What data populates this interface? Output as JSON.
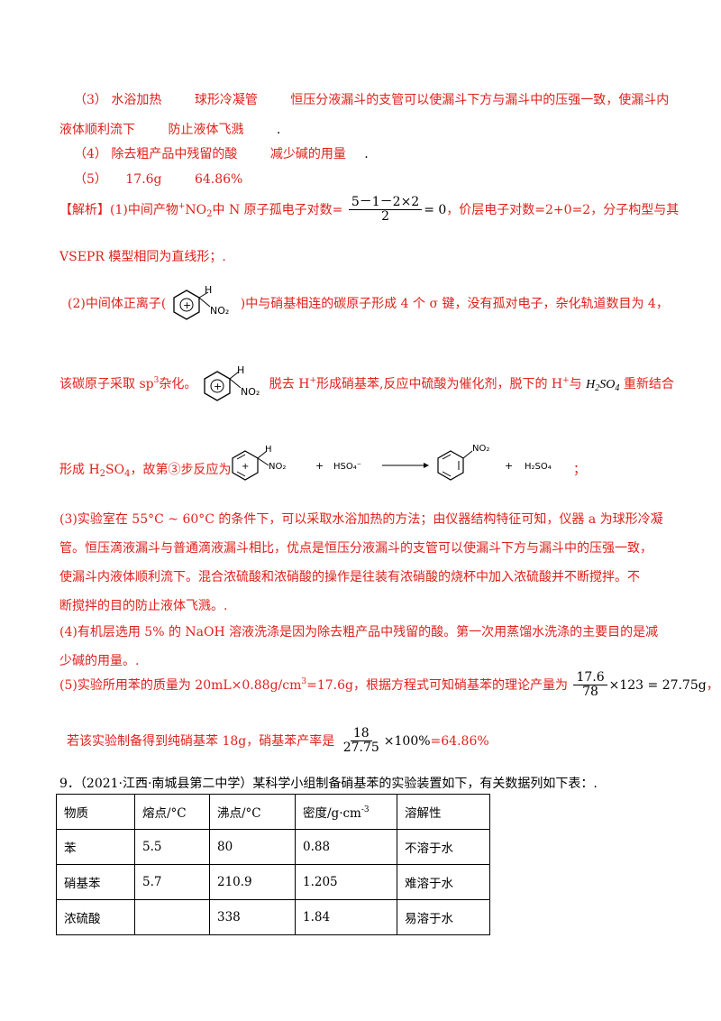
{
  "answers": {
    "a3": {
      "num": "（3）",
      "p1": "水浴加热",
      "p2": "球形冷凝管",
      "p3a": "恒压分液漏斗的支管可以使漏斗下方与漏斗中的压强一致，使漏斗内",
      "p3b": "液体顺利流下",
      "p4": "防止液体飞溅",
      "dot": "."
    },
    "a4": {
      "num": "（4）",
      "p1": "除去粗产品中残留的酸",
      "p2": "减少碱的用量",
      "dot": "."
    },
    "a5": {
      "num": "（5）",
      "p1": "17.6g",
      "p2": "64.86%"
    }
  },
  "analysis": {
    "p1": {
      "a": "【解析】(1)中间产物",
      "b": "+",
      "c": "NO",
      "d": "2",
      "e": "中 N 原子孤电子对数=",
      "fnum": "5－1－2×2",
      "fden": "2",
      "eq": "= 0",
      "g": "，价层电子对数=2+0=2，分子构型与其"
    },
    "p1b": "VSEPR 模型相同为直线形；.",
    "p2": {
      "a": "(2)中间体正离子(",
      "b": ")中与硝基相连的碳原子形成 4 个 σ 键，没有孤对电子，杂化轨道数目为 4，"
    },
    "p3": {
      "a": "该碳原子采取 sp",
      "b": "3",
      "c": "杂化。",
      "d": "脱去 H",
      "e": "+",
      "f": "形成硝基苯,反应中硫酸为催化剂，脱下的 H",
      "g": "+",
      "h": "与",
      "i": "H",
      "j": "2",
      "k": "SO",
      "l": "4",
      "m": "重新结合"
    },
    "p4": {
      "a": "形成 H",
      "b": "2",
      "c": "SO",
      "d": "4",
      "e": "，故第③步反应为",
      "plus1": "+",
      "hso4": "HSO₄⁻",
      "plus2": "+",
      "h2so4": "H₂SO₄",
      "semi": "；",
      "no2": "NO₂",
      "h": "H"
    },
    "p5": [
      "(3)实验室在 55°C ~ 60°C 的条件下，可以采取水浴加热的方法；由仪器结构特征可知，仪器 a 为球形冷凝",
      "管。恒压滴液漏斗与普通滴液漏斗相比，优点是恒压分液漏斗的支管可以使漏斗下方与漏斗中的压强一致，",
      "使漏斗内液体顺利流下。混合浓硫酸和浓硝酸的操作是往装有浓硝酸的烧杯中加入浓硫酸并不断搅拌。不",
      "断搅拌的目的防止液体飞溅。."
    ],
    "p6": [
      "(4)有机层选用 5% 的 NaOH 溶液洗涤是因为除去粗产品中残留的酸。第一次用蒸馏水洗涤的主要目的是减",
      "少碱的用量。."
    ],
    "p7": {
      "a": "(5)实验所用苯的质量为 20mL×0.88g/cm",
      "b": "3",
      "c": "=17.6g，根据方程式可知硝基苯的理论产量为",
      "fnum": "17.6",
      "fden": "78",
      "d": "×123 = 27.75g",
      "e": "，"
    },
    "p8": {
      "a": "若该实验制备得到纯硝基苯 18g，硝基苯产率是",
      "fnum": "18",
      "fden": "27.75",
      "b": "×100%",
      "c": "=64.86%"
    }
  },
  "question": {
    "text": "9．（2021·江西·南城县第二中学）某科学小组制备硝基苯的实验装置如下，有关数据列如下表：."
  },
  "table": {
    "headers": [
      "物质",
      "熔点/°C",
      "沸点/°C",
      "密度/g·cm",
      "溶解性"
    ],
    "density_sup": "-3",
    "rows": [
      [
        "苯",
        "5.5",
        "80",
        "0.88",
        "不溶于水"
      ],
      [
        "硝基苯",
        "5.7",
        "210.9",
        "1.205",
        "难溶于水"
      ],
      [
        "浓硫酸",
        "",
        "338",
        "1.84",
        "易溶于水"
      ]
    ]
  },
  "colors": {
    "answer_red": "#e0201b",
    "text_black": "#000000"
  }
}
